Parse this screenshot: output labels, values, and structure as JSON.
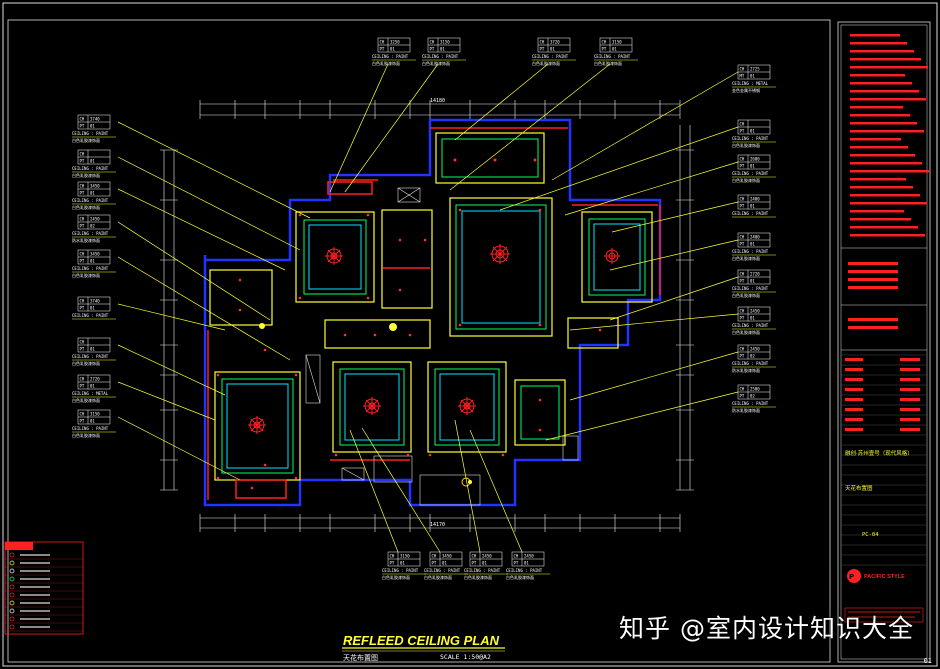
{
  "drawing": {
    "title": "REFLEED CEILING PLAN",
    "subtitle_cn": "天花布置图",
    "scale": "SCALE 1:50@A2"
  },
  "tags": [
    {
      "ch": "3250",
      "pt": "01",
      "ceiling": "CEILING : PAINT",
      "note": "白色乳胶漆饰面"
    },
    {
      "ch": "3150",
      "pt": "01",
      "ceiling": "CEILING : PAINT",
      "note": "白色乳胶漆饰面"
    },
    {
      "ch": "3720",
      "pt": "01",
      "ceiling": "CEILING : PAINT",
      "note": "白色乳胶漆饰面"
    },
    {
      "ch": "3150",
      "pt": "01",
      "ceiling": "CEILING : PAINT",
      "note": "白色乳胶漆饰面"
    },
    {
      "ch": "2725",
      "pt": "01",
      "ceiling": "CEILING : METAL",
      "note": "金色金属不锈钢",
      "code": "MT"
    },
    {
      "ch": "",
      "pt": "01",
      "ceiling": "CEILING : PAINT",
      "note": "白色乳胶漆饰面"
    },
    {
      "ch": "2600",
      "pt": "01",
      "ceiling": "CEILING : PAINT",
      "note": "白色乳胶漆饰面"
    },
    {
      "ch": "2400",
      "pt": "01",
      "ceiling": "CEILING : PAINT",
      "note": ""
    },
    {
      "ch": "2400",
      "pt": "01",
      "ceiling": "CEILING : PAINT",
      "note": "白色乳胶漆饰面"
    },
    {
      "ch": "2720",
      "pt": "01",
      "ceiling": "CEILING : PAINT",
      "note": "白色乳胶漆饰面"
    },
    {
      "ch": "2450",
      "pt": "01",
      "ceiling": "CEILING : PAINT",
      "note": "白色乳胶漆饰面"
    },
    {
      "ch": "2450",
      "pt": "02",
      "ceiling": "CEILING : PAINT",
      "note": "防水乳胶漆饰面"
    },
    {
      "ch": "2500",
      "pt": "02",
      "ceiling": "CEILING : PAINT",
      "note": "防水乳胶漆饰面"
    },
    {
      "ch": "3740",
      "pt": "01",
      "ceiling": "CEILING : PAINT",
      "note": "白色乳胶漆饰面"
    },
    {
      "ch": "",
      "pt": "01",
      "ceiling": "CEILING : PAINT",
      "note": "白色乳胶漆饰面"
    },
    {
      "ch": "3450",
      "pt": "01",
      "ceiling": "CEILING : PAINT",
      "note": "白色乳胶漆饰面"
    },
    {
      "ch": "2450",
      "pt": "02",
      "ceiling": "CEILING : PAINT",
      "note": "防水乳胶漆饰面"
    },
    {
      "ch": "3450",
      "pt": "01",
      "ceiling": "CEILING : PAINT",
      "note": "白色乳胶漆饰面"
    },
    {
      "ch": "3740",
      "pt": "01",
      "ceiling": "CEILING : PAINT",
      "note": ""
    },
    {
      "ch": "",
      "pt": "01",
      "ceiling": "CEILING : PAINT",
      "note": "白色乳胶漆饰面"
    },
    {
      "ch": "2720",
      "pt": "01",
      "ceiling": "CEILING : METAL",
      "note": "白色乳胶漆饰面"
    },
    {
      "ch": "3150",
      "pt": "01",
      "ceiling": "CEILING : PAINT",
      "note": "白色乳胶漆饰面"
    },
    {
      "ch": "3150",
      "pt": "01",
      "ceiling": "CEILING : PAINT",
      "note": "白色乳胶漆饰面"
    },
    {
      "ch": "3450",
      "pt": "01",
      "ceiling": "CEILING : PAINT",
      "note": "白色乳胶漆饰面"
    },
    {
      "ch": "2450",
      "pt": "01",
      "ceiling": "CEILING : PAINT",
      "note": "白色乳胶漆饰面"
    },
    {
      "ch": "2450",
      "pt": "01",
      "ceiling": "CEILING : PAINT",
      "note": "白色乳胶漆饰面"
    }
  ],
  "dimension_labels": {
    "top": "14180",
    "bottom": "14170"
  },
  "title_block": {
    "sheet_no": "PC-04",
    "drawing_name": "天花布置图",
    "project": "融创·苏州壹号（现代风格）",
    "company": "PACIFIC STYLE",
    "page": "01"
  },
  "watermark": "知乎 @室内设计知识大全",
  "colors": {
    "background": "#000000",
    "cad_yellow": "#ffff00",
    "cad_red": "#ff2020",
    "cad_green": "#00ff00",
    "cad_blue": "#2233ff",
    "cad_cyan": "#00ffff",
    "cad_white": "#ffffff",
    "cad_magenta": "#ff00ff"
  }
}
